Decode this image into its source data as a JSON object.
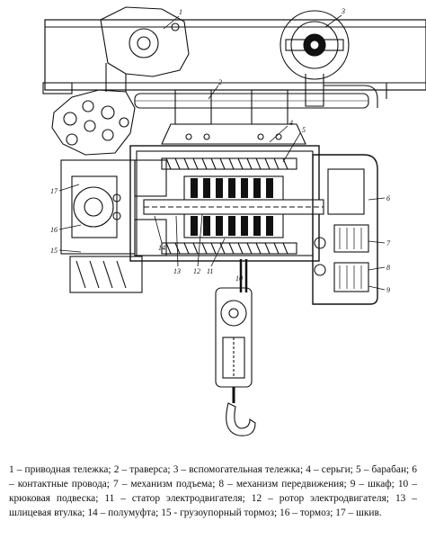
{
  "figure": {
    "callouts": [
      {
        "id": "1",
        "label": "1"
      },
      {
        "id": "2",
        "label": "2"
      },
      {
        "id": "3",
        "label": "3"
      },
      {
        "id": "4",
        "label": "4"
      },
      {
        "id": "5",
        "label": "5"
      },
      {
        "id": "6",
        "label": "6"
      },
      {
        "id": "7",
        "label": "7"
      },
      {
        "id": "8",
        "label": "8"
      },
      {
        "id": "9",
        "label": "9"
      },
      {
        "id": "10",
        "label": "10"
      },
      {
        "id": "11",
        "label": "11"
      },
      {
        "id": "12",
        "label": "12"
      },
      {
        "id": "13",
        "label": "13"
      },
      {
        "id": "14",
        "label": "14"
      },
      {
        "id": "15",
        "label": "15"
      },
      {
        "id": "16",
        "label": "16"
      },
      {
        "id": "17",
        "label": "17"
      }
    ]
  },
  "caption": {
    "entries": [
      "1 – приводная тележка;",
      "2 – траверса;",
      "3 – вспомогательная тележка;",
      "4 – серьги;",
      "5 – барабан;",
      "6 – контактные провода;",
      "7 – механизм подъема;",
      "8 – механизм передвижения;",
      "9 – шкаф;",
      "10 – крюковая подвеска;",
      "11 – статор электродвигателя;",
      "12 – ротор электродвигателя;",
      "13 – шлицевая втулка;",
      "14 – полумуфта;",
      "15 - грузоупорный тормоз;",
      "16 – тормоз;",
      "17 – шкив."
    ]
  }
}
